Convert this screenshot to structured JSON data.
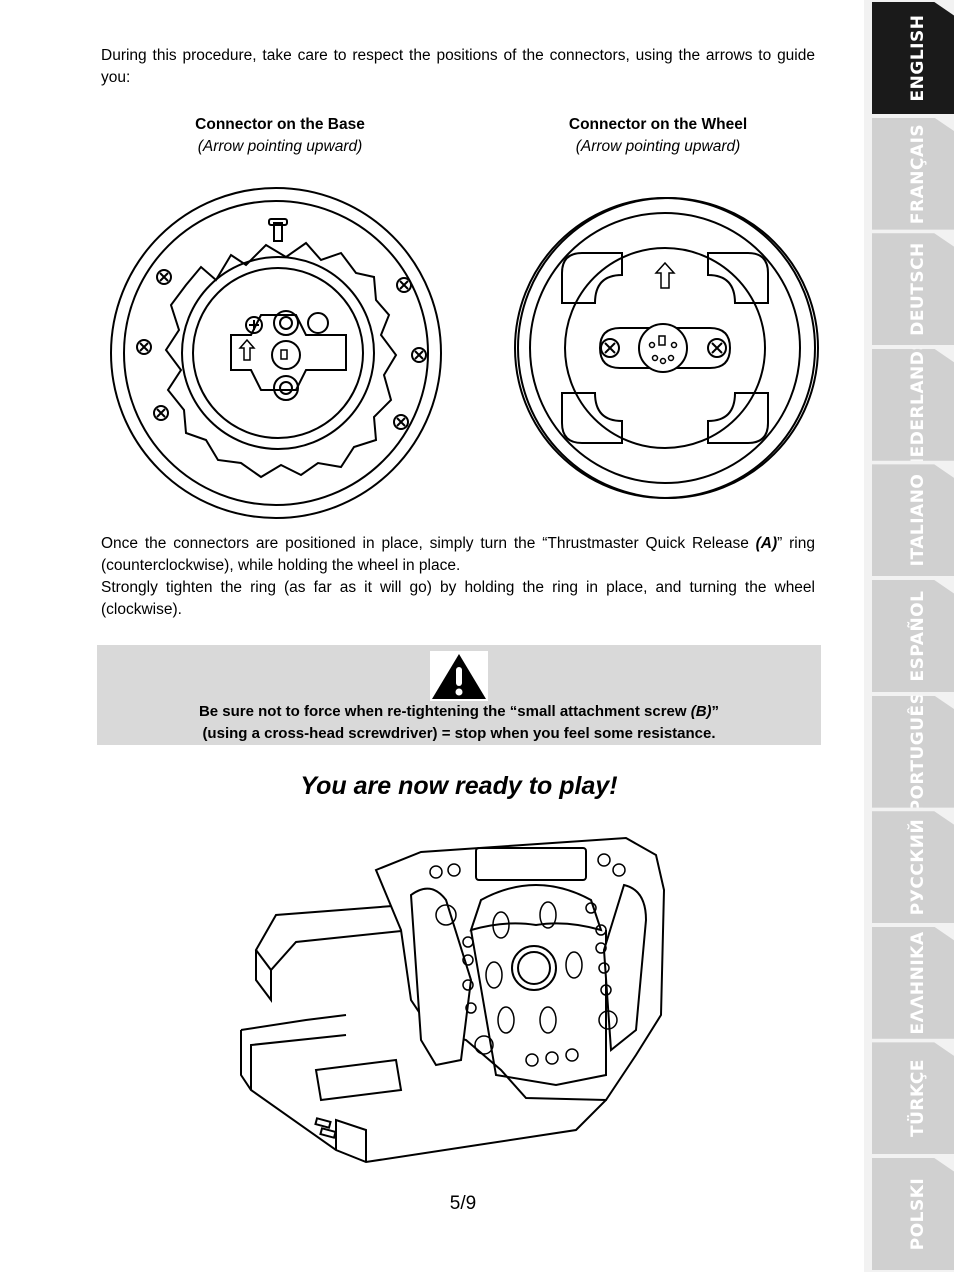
{
  "intro": "During this procedure, take care to respect the positions of the connectors, using the arrows to guide you:",
  "captions": {
    "base_title": "Connector on the Base",
    "base_sub": "(Arrow pointing upward)",
    "wheel_title": "Connector on the Wheel",
    "wheel_sub": "(Arrow pointing upward)"
  },
  "instructions": {
    "p1_pre": "Once the connectors are positioned in place, simply turn the “Thrustmaster Quick Release ",
    "p1_ref": "(A)",
    "p1_post": "” ring (counterclockwise), while holding the wheel in place.",
    "p2": "Strongly tighten the ring (as far as it will go) by holding the ring in place, and turning the wheel (clockwise)."
  },
  "warning": {
    "line1_pre": "Be sure not to force when re-tightening the “small attachment screw ",
    "line1_ref": "(B)",
    "line1_post": "”",
    "line2": "(using a cross-head screwdriver) = stop when you feel some resistance."
  },
  "ready": "You are now ready to play!",
  "page_number": "5/9",
  "languages": [
    {
      "label": "ENGLISH",
      "active": true
    },
    {
      "label": "FRANÇAIS",
      "active": false
    },
    {
      "label": "DEUTSCH",
      "active": false
    },
    {
      "label": "NEDERLANDS",
      "active": false
    },
    {
      "label": "ITALIANO",
      "active": false
    },
    {
      "label": "ESPAÑOL",
      "active": false
    },
    {
      "label": "PORTUGUÊS",
      "active": false
    },
    {
      "label": "РУССКИЙ",
      "active": false
    },
    {
      "label": "ΕΛΛΗΝΙΚΑ",
      "active": false
    },
    {
      "label": "TÜRKÇE",
      "active": false
    },
    {
      "label": "POLSKI",
      "active": false
    }
  ]
}
